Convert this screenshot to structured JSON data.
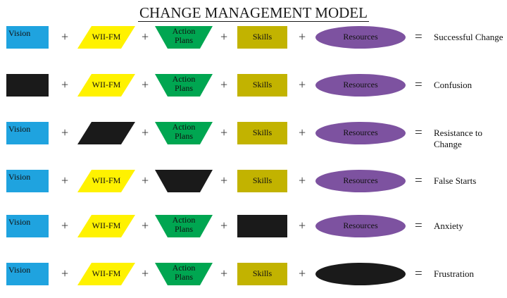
{
  "title": "CHANGE MANAGEMENT MODEL",
  "operators": {
    "plus": "+",
    "equals": "="
  },
  "colors": {
    "vision": "#1fa3df",
    "wiifm": "#fff200",
    "action_plans": "#00a651",
    "skills": "#c2b300",
    "resources": "#7d52a0",
    "missing": "#1a1a1a"
  },
  "rows": [
    {
      "vision": "Vision",
      "wiifm": "WII-FM",
      "action_line1": "Action",
      "action_line2": "Plans",
      "skills": "Skills",
      "resources": "Resources",
      "result_line1": "Successful Change",
      "result_line2": "",
      "missing": ""
    },
    {
      "vision": "",
      "wiifm": "WII-FM",
      "action_line1": "Action",
      "action_line2": "Plans",
      "skills": "Skills",
      "resources": "Resources",
      "result_line1": "Confusion",
      "result_line2": "",
      "missing": "vision"
    },
    {
      "vision": "Vision",
      "wiifm": "",
      "action_line1": "Action",
      "action_line2": "Plans",
      "skills": "Skills",
      "resources": "Resources",
      "result_line1": "Resistance to",
      "result_line2": "Change",
      "missing": "wiifm"
    },
    {
      "vision": "Vision",
      "wiifm": "WII-FM",
      "action_line1": "",
      "action_line2": "",
      "skills": "Skills",
      "resources": "Resources",
      "result_line1": "False Starts",
      "result_line2": "",
      "missing": "action_plans"
    },
    {
      "vision": "Vision",
      "wiifm": "WII-FM",
      "action_line1": "Action",
      "action_line2": "Plans",
      "skills": "",
      "resources": "Resources",
      "result_line1": "Anxiety",
      "result_line2": "",
      "missing": "skills"
    },
    {
      "vision": "Vision",
      "wiifm": "WII-FM",
      "action_line1": "Action",
      "action_line2": "Plans",
      "skills": "Skills",
      "resources": "",
      "result_line1": "Frustration",
      "result_line2": "",
      "missing": "resources"
    }
  ]
}
